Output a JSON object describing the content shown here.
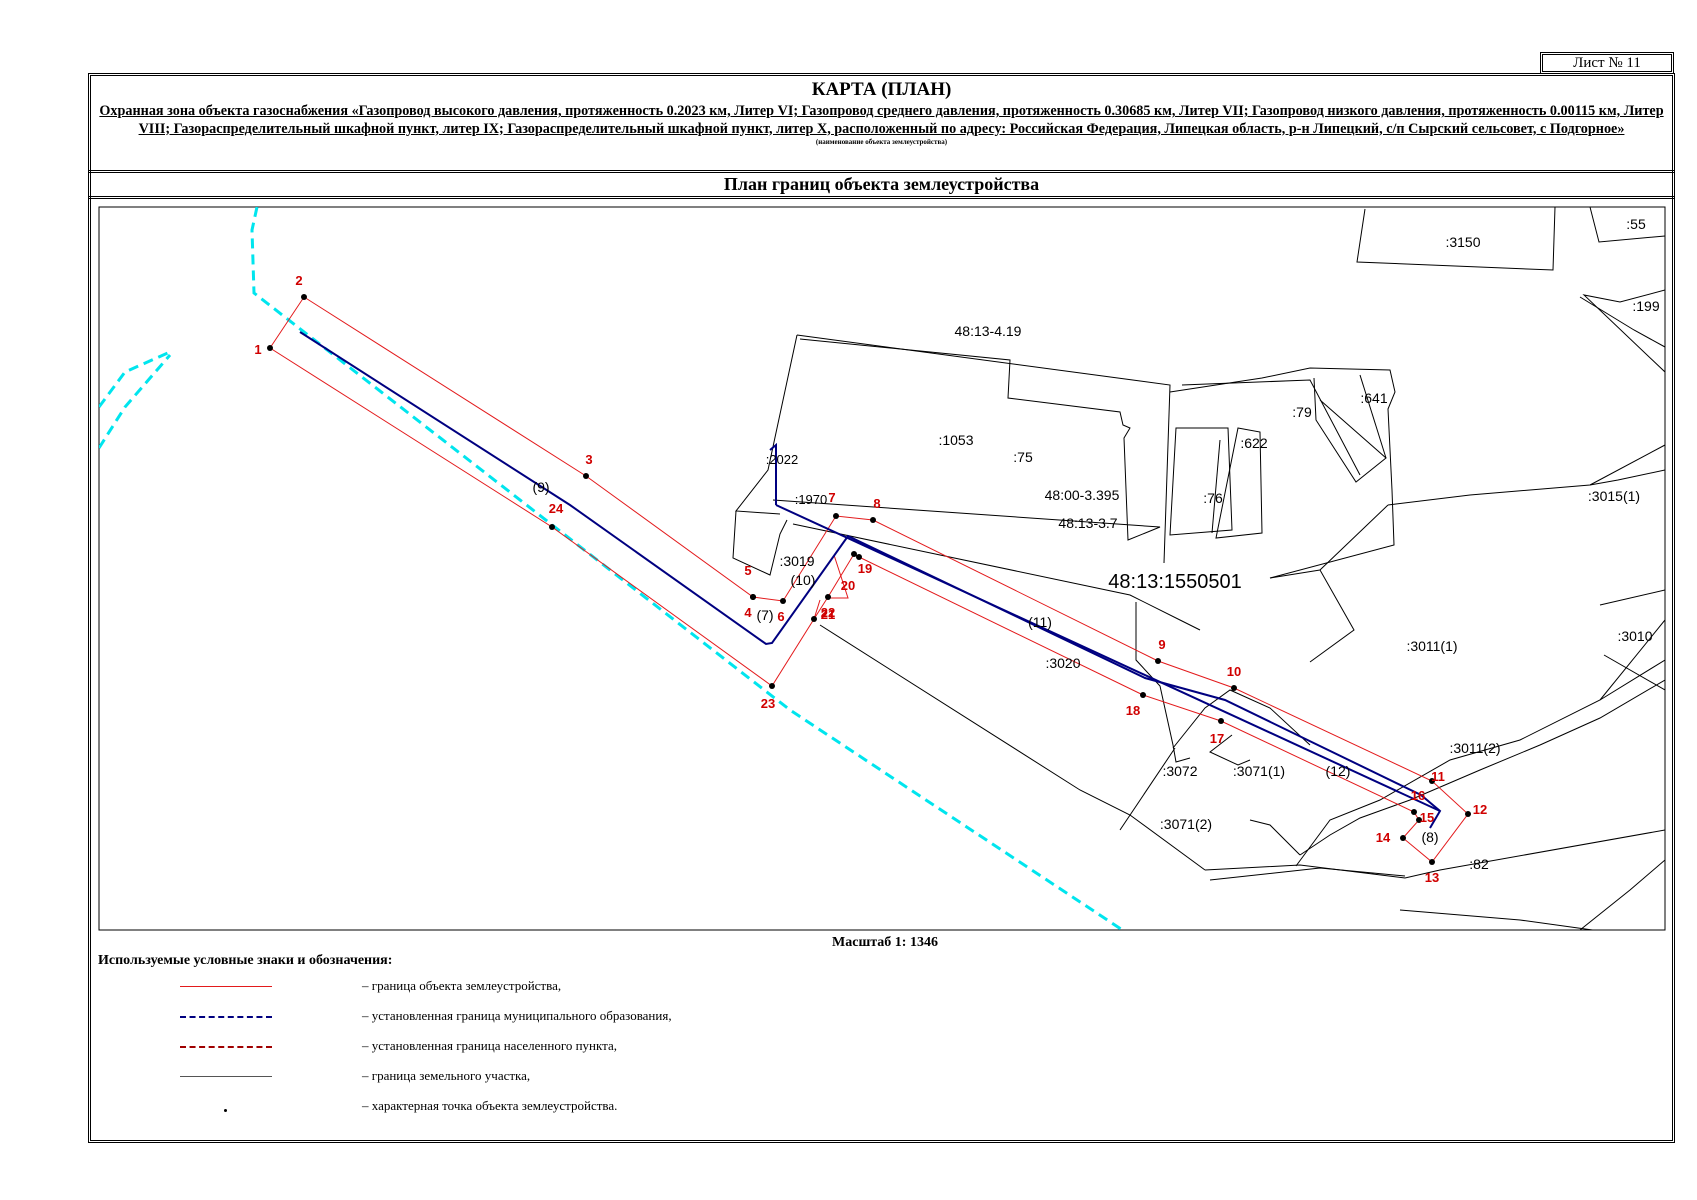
{
  "sheet": "Лист № 11",
  "header": {
    "title": "КАРТА (ПЛАН)",
    "description": "Охранная зона объекта газоснабжения «Газопровод высокого давления, протяженность 0.2023 км, Литер VI; Газопровод среднего давления, протяженность 0.30685 км, Литер VII; Газопровод низкого давления, протяженность 0.00115 км, Литер VIII; Газораспределительный шкафной пункт, литер IX; Газораспределительный шкафной пункт, литер X, расположенный по адресу: Российская Федерация, Липецкая область, р-н Липецкий, с/п Сырский сельсовет, с Подгорное»",
    "note": "(наименование объекта землеустройства)"
  },
  "subtitle": "План границ объекта землеустройства",
  "scale": "Масштаб 1: 1346",
  "colors": {
    "boundary_object": "#e31a1c",
    "boundary_municipal": "#000080",
    "boundary_settlement": "#a00000",
    "parcel": "#000000",
    "zone_line": "#00e5ee",
    "point_label": "#d00000"
  },
  "map": {
    "point_labels": [
      "1",
      "2",
      "3",
      "4",
      "5",
      "6",
      "7",
      "8",
      "9",
      "10",
      "11",
      "12",
      "13",
      "14",
      "15",
      "16",
      "17",
      "18",
      "19",
      "20",
      "21",
      "22",
      "23",
      "24"
    ],
    "parcel_labels": {
      "p3150": ":3150",
      "p55": ":55",
      "p199": ":199",
      "block_4_19": "48:13-4.19",
      "p1053": ":1053",
      "p75": ":75",
      "p2022": ":2022",
      "p1970": ":1970",
      "zone_3_395": "48:00-3.395",
      "zone_3_7": "48:13-3.7",
      "p79": ":79",
      "p641": ":641",
      "p622": ":622",
      "p76": ":76",
      "p3015": ":3015(1)",
      "p3019": ":3019",
      "quarter": "48:13:1550501",
      "p3011_1": ":3011(1)",
      "p3010": ":3010",
      "p3020": ":3020",
      "p3011_2": ":3011(2)",
      "p3072": ":3072",
      "p3071_1": ":3071(1)",
      "p3071_2": ":3071(2)",
      "p82": ":82"
    },
    "contour_labels": {
      "c9": "(9)",
      "c10": "(10)",
      "c7": "(7)",
      "c11": "(11)",
      "c12": "(12)",
      "c8": "(8)"
    }
  },
  "legend": {
    "title": "Используемые условные знаки и обозначения:",
    "items": [
      {
        "text": "– граница объекта землеустройства,",
        "style": "boundary_object"
      },
      {
        "text": "– установленная граница муниципального образования,",
        "style": "boundary_municipal"
      },
      {
        "text": "– установленная граница населенного пункта,",
        "style": "boundary_settlement"
      },
      {
        "text": "– граница земельного участка,",
        "style": "parcel"
      },
      {
        "text": "– характерная точка объекта землеустройства.",
        "style": "point"
      }
    ]
  }
}
